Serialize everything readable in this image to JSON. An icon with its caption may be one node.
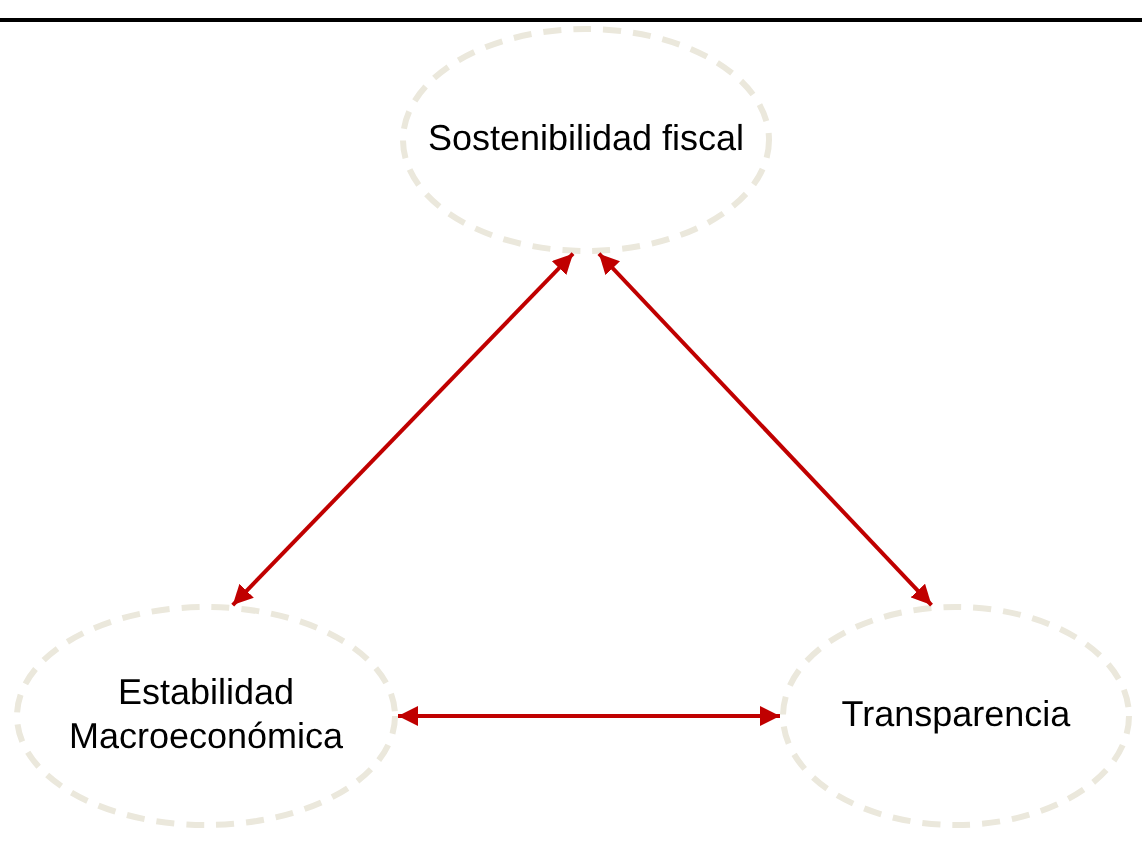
{
  "diagram": {
    "nodes": [
      {
        "text": [
          "Sostenibilidad fiscal"
        ]
      },
      {
        "text": [
          "Estabilidad Macroeconómica"
        ]
      },
      {
        "text": [
          "Transparencia"
        ]
      }
    ],
    "edges": [
      {
        "from": 0,
        "to": 1,
        "arrow": "both"
      },
      {
        "from": 0,
        "to": 2,
        "arrow": "both"
      },
      {
        "from": 1,
        "to": 2,
        "arrow": "both"
      }
    ]
  }
}
